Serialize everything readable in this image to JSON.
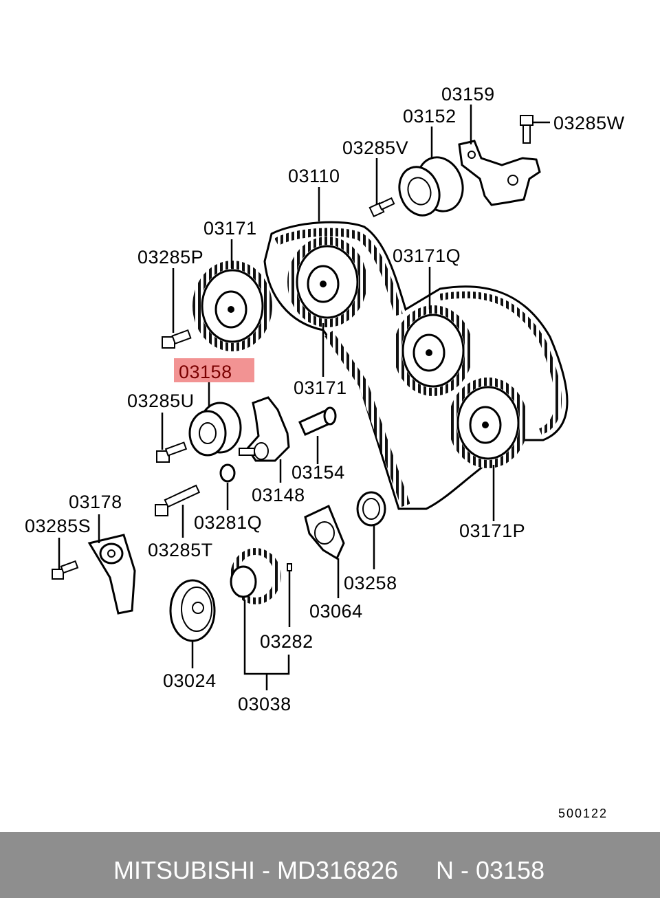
{
  "labels": {
    "p03159": "03159",
    "p03152": "03152",
    "p03285W": "03285W",
    "p03285V": "03285V",
    "p03110": "03110",
    "p03171a": "03171",
    "p03285P": "03285P",
    "p03171Q": "03171Q",
    "p03158": "03158",
    "p03171b": "03171",
    "p03285U": "03285U",
    "p03154": "03154",
    "p03148": "03148",
    "p03178": "03178",
    "p03281Q": "03281Q",
    "p03171P": "03171P",
    "p03285S": "03285S",
    "p03285T": "03285T",
    "p03258": "03258",
    "p03064": "03064",
    "p03282": "03282",
    "p03024": "03024",
    "p03038": "03038"
  },
  "highlight_color": "#f08080",
  "diagram_ref": "500122",
  "footer": {
    "brand_part": "MITSUBISHI - MD316826",
    "position": "N - 03158",
    "background": "#8e8e8e"
  }
}
